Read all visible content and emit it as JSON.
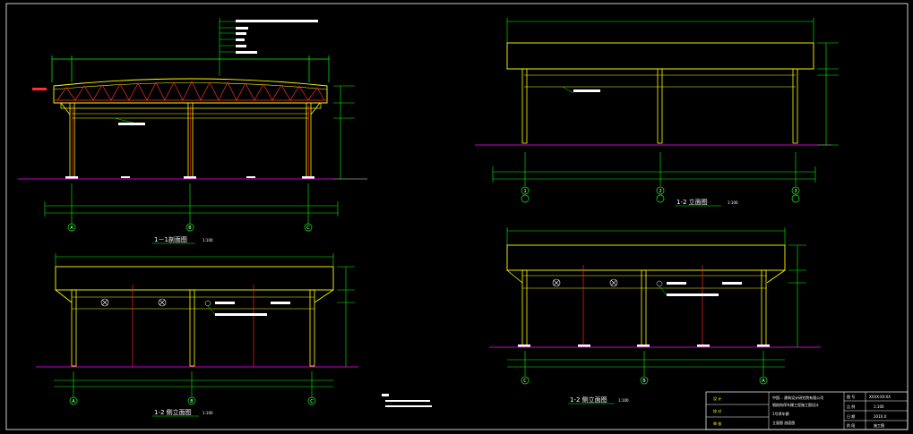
{
  "colors": {
    "background": "#000000",
    "structure": "#ffff00",
    "dimension": "#00ff00",
    "ground": "#cc00cc",
    "column_center": "#ff2222",
    "text": "#ffffff",
    "border": "#ffffff",
    "truss": "#ff3030"
  },
  "views": {
    "section": {
      "title": "1－1剖面图",
      "scale": "1:100",
      "axes": [
        "A",
        "B",
        "C"
      ]
    },
    "front": {
      "title": "1-2 立面图",
      "scale": "1:100",
      "axes": [
        "1",
        "2",
        "3"
      ]
    },
    "side_left": {
      "title": "1-2 侧立面图",
      "scale": "1:100",
      "axes": [
        "A",
        "B",
        "C"
      ]
    },
    "side_right": {
      "title": "1-2 侧立面图",
      "scale": "1:100",
      "axes": [
        "C",
        "B",
        "A"
      ]
    }
  },
  "title_block": {
    "left_labels": [
      "设 计",
      "校 对",
      "审 核"
    ],
    "center_lines": [
      "中国... 建筑设计研究院有限公司",
      "钢结构停车棚工程施工图设计",
      "1号停车棚",
      "立面图  剖面图"
    ],
    "right_labels": [
      "图 号",
      "比 例",
      "日 期",
      "阶 段"
    ],
    "right_values": [
      "XXXX-XX-XX",
      "1:100",
      "201X.X",
      "施工图"
    ]
  }
}
